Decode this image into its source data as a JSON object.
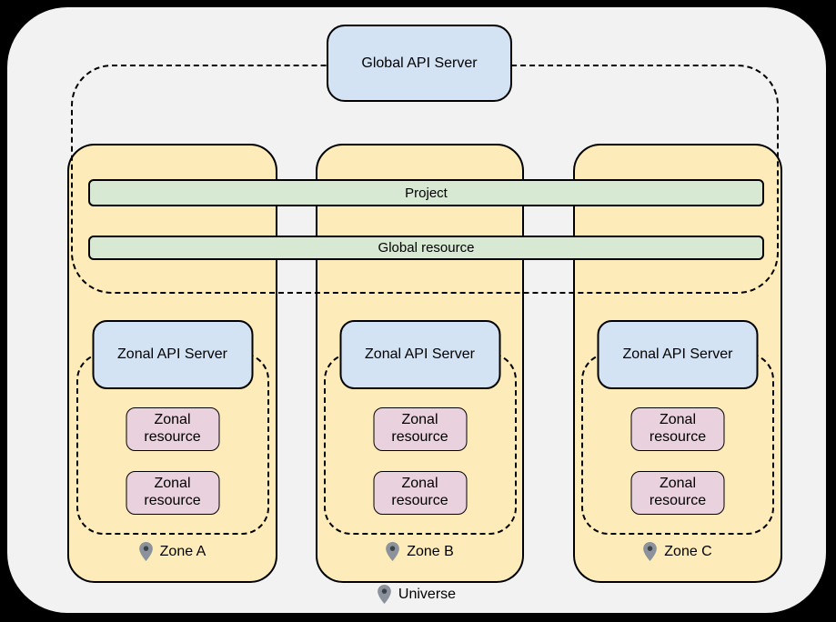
{
  "diagram": {
    "global_api_server_label": "Global API Server",
    "project_label": "Project",
    "global_resource_label": "Global resource",
    "universe_label": "Universe",
    "zones": [
      {
        "label": "Zone A",
        "api_server_label": "Zonal API Server",
        "resources": [
          "Zonal resource",
          "Zonal resource"
        ]
      },
      {
        "label": "Zone B",
        "api_server_label": "Zonal API Server",
        "resources": [
          "Zonal resource",
          "Zonal resource"
        ]
      },
      {
        "label": "Zone C",
        "api_server_label": "Zonal API Server",
        "resources": [
          "Zonal resource",
          "Zonal resource"
        ]
      }
    ],
    "colors": {
      "background": "#000000",
      "universe_fill": "#f2f2f2",
      "zone_fill": "#fdecb9",
      "api_server_fill": "#d3e3f4",
      "global_scope_bar_fill": "#d7e8d3",
      "zonal_resource_fill": "#e9d1dd",
      "border": "#000000",
      "pin_gray": "#8b929b",
      "pin_dot": "#3d4148"
    }
  }
}
